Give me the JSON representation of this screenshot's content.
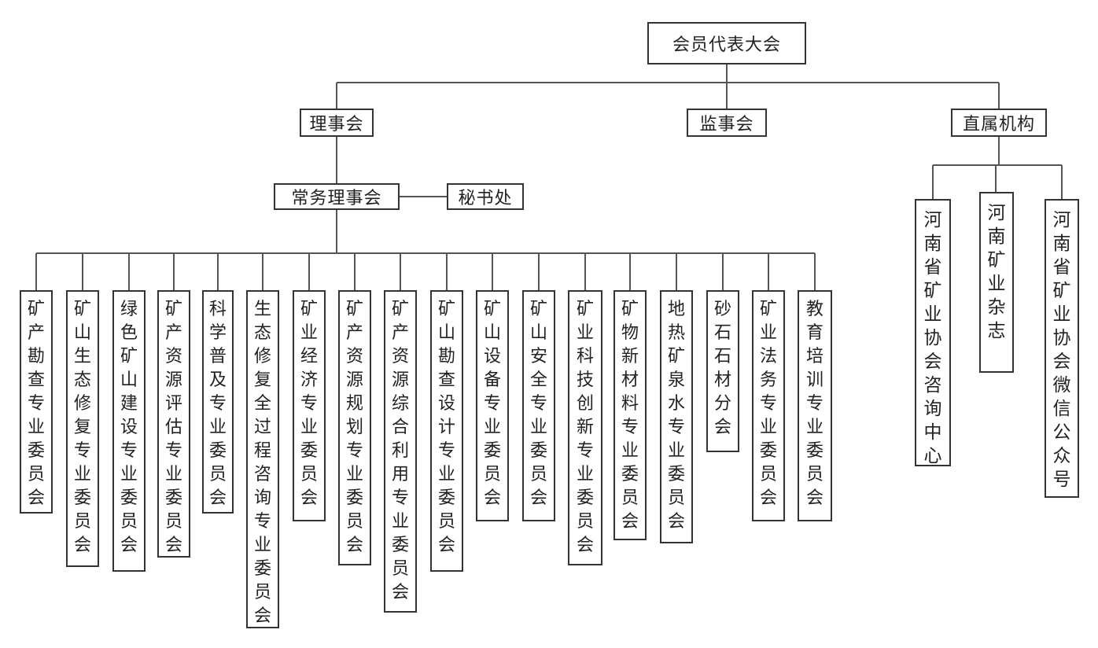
{
  "org_chart": {
    "root": "会员代表大会",
    "board": "理事会",
    "supervisory_board": "监事会",
    "direct_institutions": "直属机构",
    "standing_board": "常务理事会",
    "secretariat": "秘书处",
    "committees": [
      "矿产勘查专业委员会",
      "矿山生态修复专业委员会",
      "绿色矿山建设专业委员会",
      "矿产资源评估专业委员会",
      "科学普及专业委员会",
      "生态修复全过程咨询专业委员会",
      "矿业经济专业委员会",
      "矿产资源规划专业委员会",
      "矿产资源综合利用专业委员会",
      "矿山勘查设计专业委员会",
      "矿山设备专业委员会",
      "矿山安全专业委员会",
      "矿业科技创新专业委员会",
      "矿物新材料专业委员会",
      "地热矿泉水专业委员会",
      "砂石石材分会",
      "矿业法务专业委员会",
      "教育培训专业委员会"
    ],
    "institutions": [
      "河南省矿业协会咨询中心",
      "河南矿业杂志",
      "河南省矿业协会微信公众号"
    ]
  }
}
